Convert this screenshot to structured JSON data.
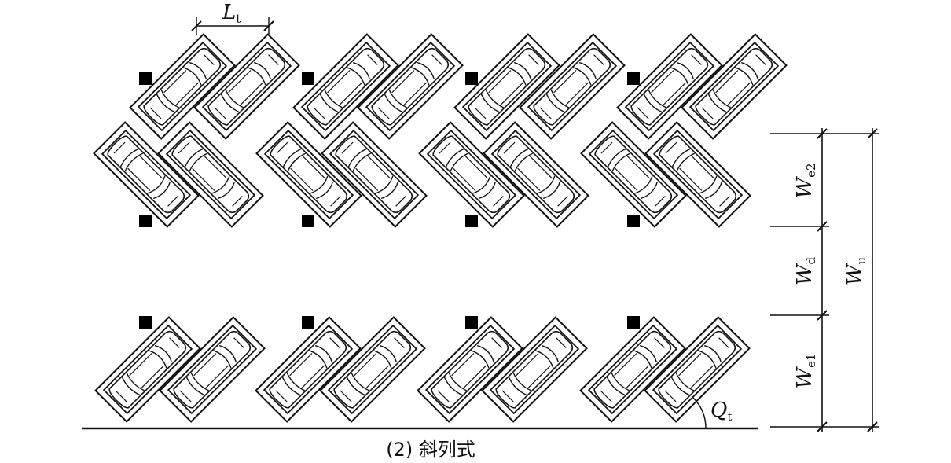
{
  "caption": "(2) 斜列式",
  "dimensions": {
    "Lt": {
      "main": "L",
      "sub": "t"
    },
    "We2": {
      "main": "W",
      "sub": "e2"
    },
    "Wd": {
      "main": "W",
      "sub": "d"
    },
    "We1": {
      "main": "W",
      "sub": "e1"
    },
    "Wu": {
      "main": "W",
      "sub": "u"
    }
  },
  "angle_label": {
    "main": "Q",
    "sub": "t"
  },
  "colors": {
    "line": "#111111",
    "column": "#000000",
    "background": "#ffffff"
  },
  "layout_groups": {
    "top_upper_row_stalls": 8,
    "top_lower_row_stalls": 8,
    "bottom_row_stalls": 8,
    "columns_per_row": 4
  }
}
